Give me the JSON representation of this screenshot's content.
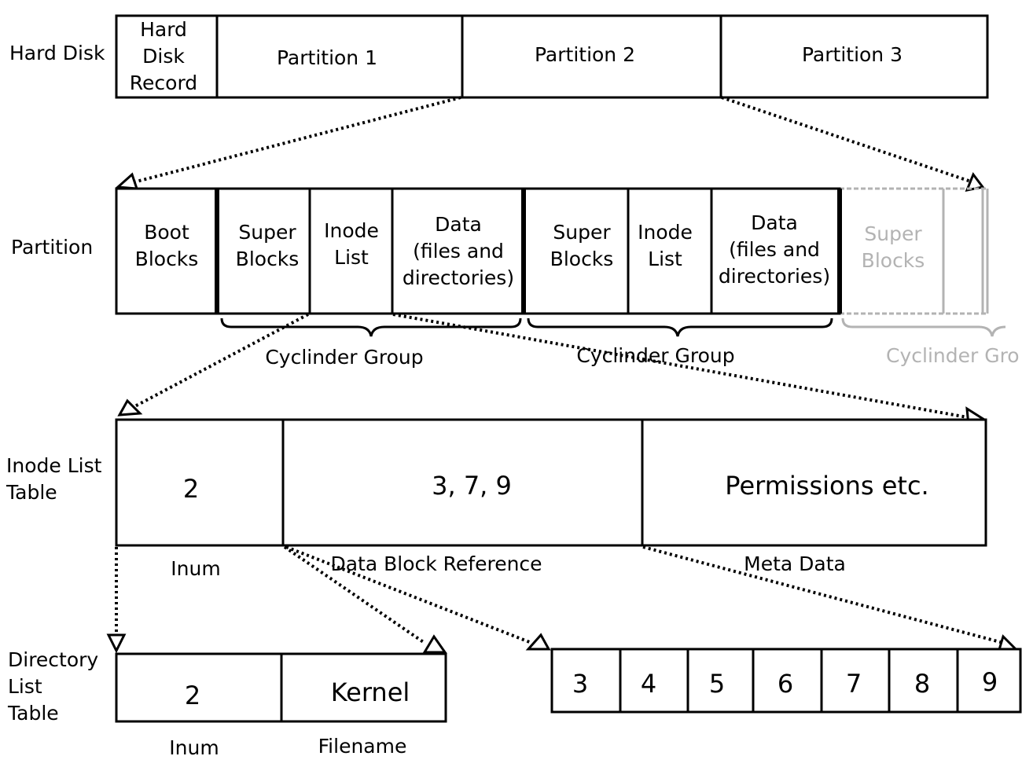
{
  "hard_disk": {
    "row_label": "Hard Disk",
    "cells": [
      {
        "lines": [
          "Hard",
          "Disk",
          "Record"
        ]
      },
      {
        "lines": [
          "Partition 1"
        ]
      },
      {
        "lines": [
          "Partition 2"
        ]
      },
      {
        "lines": [
          "Partition 3"
        ]
      }
    ]
  },
  "partition": {
    "row_label": "Partition",
    "cells": [
      {
        "lines": [
          "Boot",
          "Blocks"
        ]
      },
      {
        "lines": [
          "Super",
          "Blocks"
        ]
      },
      {
        "lines": [
          "Inode",
          "List"
        ]
      },
      {
        "lines": [
          "Data",
          "(files and",
          "directories)"
        ]
      },
      {
        "lines": [
          "Super",
          "Blocks"
        ]
      },
      {
        "lines": [
          "Inode",
          "List"
        ]
      },
      {
        "lines": [
          "Data",
          "(files and",
          "directories)"
        ]
      },
      {
        "lines": [
          "Super",
          "Blocks"
        ]
      }
    ],
    "group_labels": [
      "Cyclinder Group",
      "Cyclinder Group",
      "Cyclinder Gro"
    ]
  },
  "inode_table": {
    "row_label_lines": [
      "Inode List",
      "Table"
    ],
    "cells": [
      "2",
      "3, 7, 9",
      "Permissions etc."
    ],
    "captions": [
      "Inum",
      "Data Block Reference",
      "Meta Data"
    ]
  },
  "directory_table": {
    "row_label_lines": [
      "Directory",
      "List",
      "Table"
    ],
    "cells": [
      "2",
      "Kernel"
    ],
    "captions": [
      "Inum",
      "Filename"
    ]
  },
  "data_blocks": {
    "cells": [
      "3",
      "4",
      "5",
      "6",
      "7",
      "8",
      "9"
    ]
  },
  "colors": {
    "stroke": "#000000",
    "faded": "#b3b3b3",
    "background": "#ffffff"
  }
}
